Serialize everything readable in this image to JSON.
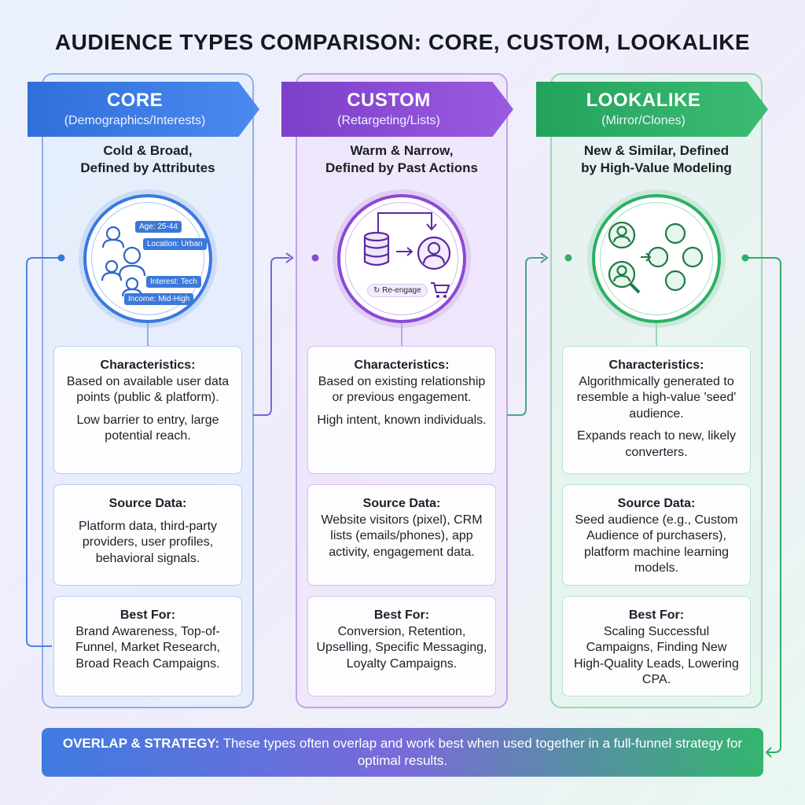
{
  "title": "AUDIENCE TYPES COMPARISON: CORE, CUSTOM, LOOKALIKE",
  "columns": {
    "core": {
      "name": "CORE",
      "subtitle": "(Demographics/Interests)",
      "tagline_1": "Cold & Broad,",
      "tagline_2": "Defined by Attributes",
      "chips": [
        "Age: 25-44",
        "Location: Urban",
        "Interest: Tech",
        "Income: Mid-High"
      ],
      "characteristics_heading": "Characteristics:",
      "characteristics_1": "Based on available user data points (public & platform).",
      "characteristics_2": "Low barrier to entry, large potential reach.",
      "source_heading": "Source Data:",
      "source": "Platform data, third-party providers, user profiles, behavioral signals.",
      "best_heading": "Best For:",
      "best": "Brand Awareness, Top-of-Funnel, Market Research, Broad Reach Campaigns."
    },
    "custom": {
      "name": "CUSTOM",
      "subtitle": "(Retargeting/Lists)",
      "tagline_1": "Warm & Narrow,",
      "tagline_2": "Defined by Past Actions",
      "icon_label": "Re-engage",
      "characteristics_heading": "Characteristics:",
      "characteristics_1": "Based on existing relationship or previous engagement.",
      "characteristics_2": "High intent, known individuals.",
      "source_heading": "Source Data:",
      "source": "Website visitors (pixel), CRM lists (emails/phones), app activity, engagement data.",
      "best_heading": "Best For:",
      "best": "Conversion, Retention, Upselling, Specific Messaging, Loyalty Campaigns."
    },
    "lookalike": {
      "name": "LOOKALIKE",
      "subtitle": "(Mirror/Clones)",
      "tagline_1": "New & Similar, Defined",
      "tagline_2": "by High-Value Modeling",
      "characteristics_heading": "Characteristics:",
      "characteristics_1": "Algorithmically generated to resemble a high-value 'seed' audience.",
      "characteristics_2": "Expands reach to new, likely converters.",
      "source_heading": "Source Data:",
      "source": "Seed audience (e.g., Custom Audience of purchasers), platform machine learning models.",
      "best_heading": "Best For:",
      "best": "Scaling Successful Campaigns, Finding New High-Quality Leads, Lowering CPA."
    }
  },
  "footer": {
    "label": "OVERLAP & STRATEGY:",
    "text": "These types often overlap and work best when used together in a full-funnel strategy for optimal results."
  },
  "colors": {
    "core": "#3a78e0",
    "custom": "#8c49d4",
    "lookalike": "#2eaf66"
  }
}
